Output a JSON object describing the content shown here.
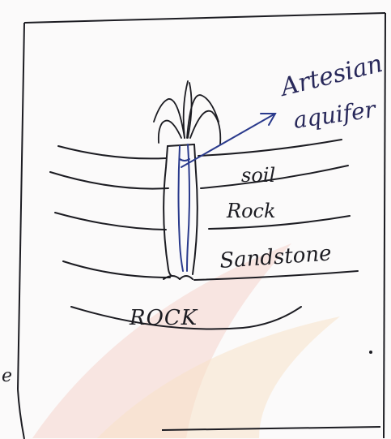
{
  "diagram": {
    "labels": {
      "arrow_label_line1": "Artesian",
      "arrow_label_line2": "aquifer",
      "layer_soil": "soil",
      "layer_rock_upper": "Rock",
      "layer_sandstone": "Sandstone",
      "layer_rock_lower": "ROCK"
    },
    "margin_text": "e",
    "colors": {
      "paper": "#fbfafa",
      "pencil": "#1c1c22",
      "ink_blue": "#2a3a8c",
      "watermark_red": "#f2c9c2",
      "watermark_orange": "#f7dfc0"
    }
  }
}
